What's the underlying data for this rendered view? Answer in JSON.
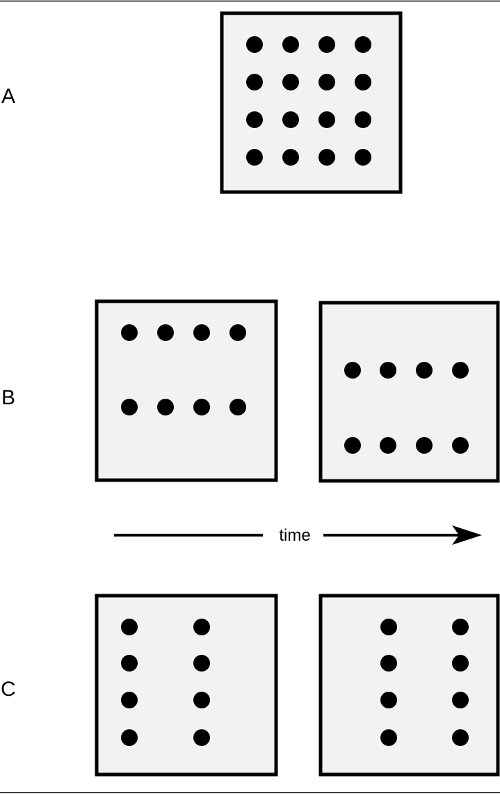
{
  "colors": {
    "background": "#ffffff",
    "frame_fill": "#f2f2f2",
    "frame_stroke": "#000000",
    "dot": "#000000"
  },
  "panels": [
    {
      "label": "A",
      "frames": [
        {
          "rows": 4,
          "cols": 4
        }
      ]
    },
    {
      "label": "B",
      "frames": [
        {
          "rows": 2,
          "cols": 4
        },
        {
          "rows": 2,
          "cols": 4
        }
      ]
    },
    {
      "label": "C",
      "frames": [
        {
          "rows": 4,
          "cols": 2
        },
        {
          "rows": 4,
          "cols": 2
        }
      ]
    }
  ],
  "time_axis": {
    "label": "time"
  }
}
